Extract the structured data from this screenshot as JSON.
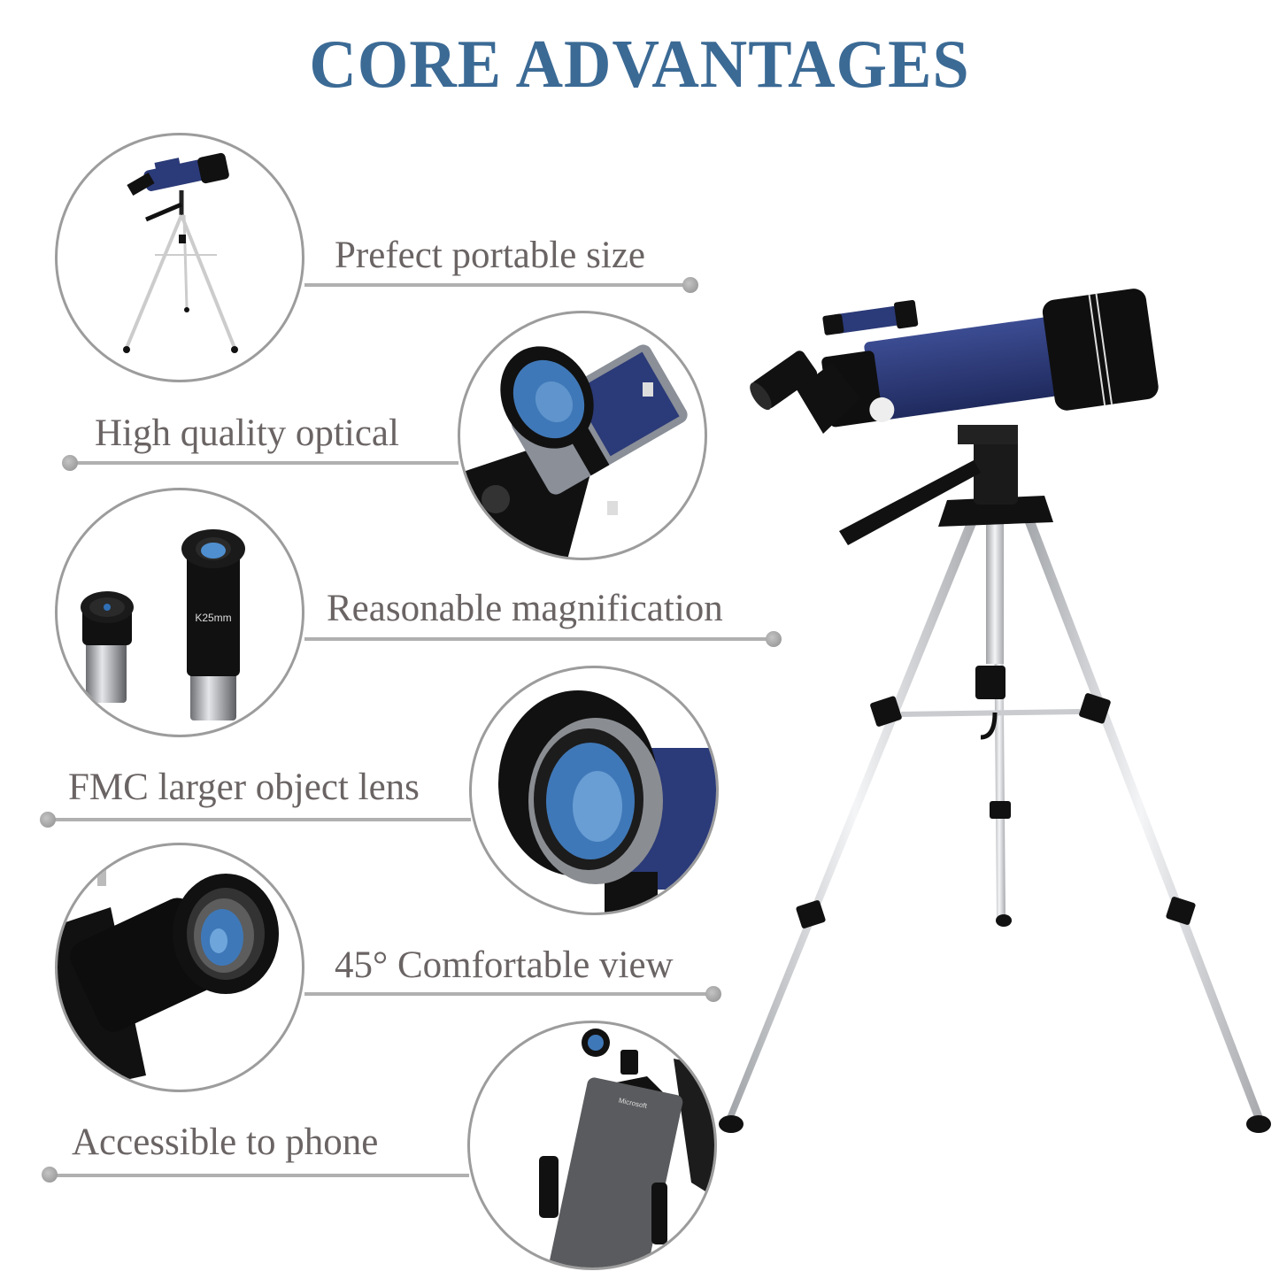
{
  "title": "CORE ADVANTAGES",
  "colors": {
    "title": "#3b6a95",
    "label_text": "#6b6464",
    "connector_line": "#b0b0b0",
    "circle_border": "#9c9c9c",
    "telescope_tube": "#2b3a78"
  },
  "features": [
    {
      "label": "Prefect portable size",
      "image": "telescope-on-tripod",
      "side": "left-circle"
    },
    {
      "label": "High quality optical",
      "image": "finder-scope-closeup",
      "side": "right-circle"
    },
    {
      "label": "Reasonable magnification",
      "image": "eyepieces",
      "side": "left-circle"
    },
    {
      "label": "FMC larger object lens",
      "image": "objective-lens-closeup",
      "side": "right-circle"
    },
    {
      "label": "45° Comfortable view",
      "image": "diagonal-eyepiece-closeup",
      "side": "left-circle"
    },
    {
      "label": "Accessible to phone",
      "image": "phone-adapter",
      "side": "right-circle"
    }
  ],
  "eyepiece_marking": "K25mm",
  "phone_brand": "Microsoft"
}
